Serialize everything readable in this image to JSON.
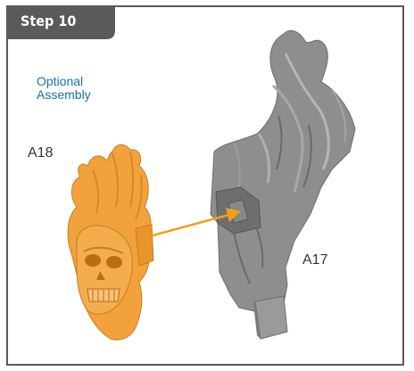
{
  "step": {
    "label": "Step 10"
  },
  "note": {
    "line1": "Optional",
    "line2": "Assembly"
  },
  "parts": {
    "skull_label": "A18",
    "body_label": "A17"
  },
  "colors": {
    "frame_border": "#5a5a5a",
    "tab_background": "#5a5a5a",
    "note_text": "#1a6fae",
    "skull_part": "#f2a23c",
    "body_part": "#8c8c8c",
    "arrow": "#f2a01a"
  },
  "icons": {
    "assembly_arrow": "arrow-right-icon"
  }
}
